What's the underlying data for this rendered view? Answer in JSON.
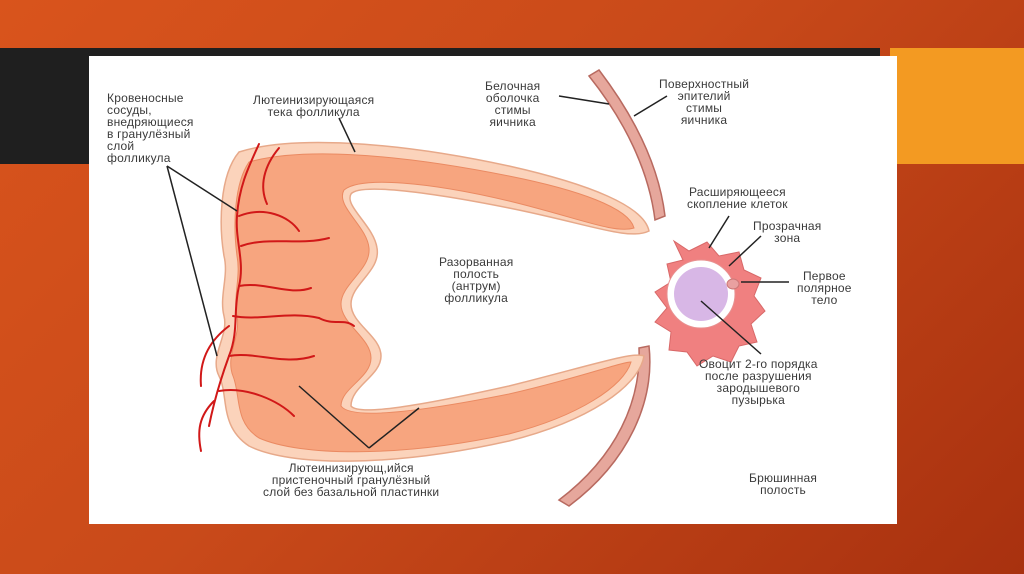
{
  "labels": {
    "blood_vessels": "Кровеносные\nсосуды,\nвнедряющиеся\nв гранулёзный\nслой\nфолликула",
    "luteinizing_theca": "Лютеинизирующаяся\nтека фолликула",
    "tunica_albuginea": "Белочная\nоболочка\nстимы\nяичника",
    "surface_epithelium": "Поверхностный\nэпителий\nстимы\nяичника",
    "expanding_cell_cluster": "Расширяющееся\nскопление клеток",
    "zona_pellucida": "Прозрачная\nзона",
    "ruptured_antrum": "Разорванная\nполость\n(антрум)\nфолликула",
    "first_polar_body": "Первое\nполярное\nтело",
    "secondary_oocyte": "Овоцит 2-го порядка\nпосле разрушения\nзародышевого\nпузырька",
    "luteinizing_granulosa": "Лютеинизирующ,ийся\nпристеночный гранулёзный\nслой без базальной пластинки",
    "peritoneal_cavity": "Брюшинная\nполость"
  },
  "colors": {
    "background_orange": "#d9541c",
    "band_dark": "#1f1f1f",
    "band_accent": "#f39a22",
    "tissue_fill": "#f7a57f",
    "tissue_light": "#fbd3bb",
    "cell_cluster": "#f08080",
    "oocyte": "#d8b7e6",
    "vessel_red": "#d11818",
    "wall_pink": "#d98a80"
  }
}
